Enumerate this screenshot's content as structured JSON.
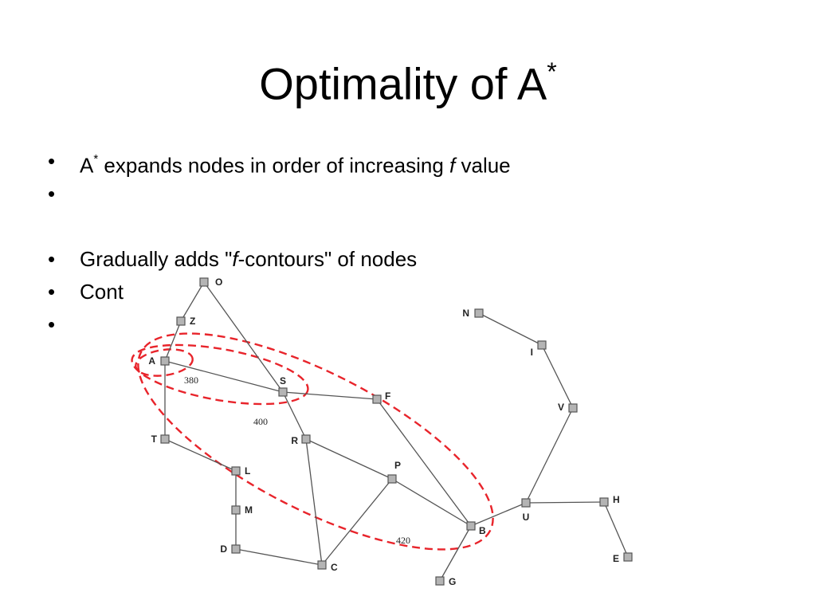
{
  "title": {
    "text": "Optimality of A",
    "sup": "*"
  },
  "bullets": [
    {
      "prefix": "A",
      "sup": "*",
      "text": " expands nodes in order of increasing ",
      "em": "f",
      "suffix": " value"
    },
    {
      "text": ""
    },
    {
      "pre": "Gradually adds \"",
      "em": "f",
      "post": "-contours\" of nodes"
    },
    {
      "text": "Cont"
    },
    {
      "text": ""
    }
  ],
  "bullet_glyph": "•",
  "graph": {
    "nodes": [
      {
        "id": "O",
        "label": "O"
      },
      {
        "id": "Z",
        "label": "Z"
      },
      {
        "id": "A",
        "label": "A"
      },
      {
        "id": "S",
        "label": "S"
      },
      {
        "id": "F",
        "label": "F"
      },
      {
        "id": "T",
        "label": "T"
      },
      {
        "id": "R",
        "label": "R"
      },
      {
        "id": "L",
        "label": "L"
      },
      {
        "id": "P",
        "label": "P"
      },
      {
        "id": "M",
        "label": "M"
      },
      {
        "id": "D",
        "label": "D"
      },
      {
        "id": "C",
        "label": "C"
      },
      {
        "id": "B",
        "label": "B"
      },
      {
        "id": "G",
        "label": "G"
      },
      {
        "id": "U",
        "label": "U"
      },
      {
        "id": "H",
        "label": "H"
      },
      {
        "id": "E",
        "label": "E"
      },
      {
        "id": "V",
        "label": "V"
      },
      {
        "id": "I",
        "label": "I"
      },
      {
        "id": "N",
        "label": "N"
      }
    ],
    "edges": [
      [
        "O",
        "Z"
      ],
      [
        "Z",
        "A"
      ],
      [
        "O",
        "S"
      ],
      [
        "A",
        "S"
      ],
      [
        "A",
        "T"
      ],
      [
        "T",
        "L"
      ],
      [
        "L",
        "M"
      ],
      [
        "M",
        "D"
      ],
      [
        "D",
        "C"
      ],
      [
        "S",
        "F"
      ],
      [
        "S",
        "R"
      ],
      [
        "R",
        "C"
      ],
      [
        "R",
        "P"
      ],
      [
        "P",
        "C"
      ],
      [
        "P",
        "B"
      ],
      [
        "F",
        "B"
      ],
      [
        "B",
        "G"
      ],
      [
        "B",
        "U"
      ],
      [
        "U",
        "H"
      ],
      [
        "H",
        "E"
      ],
      [
        "U",
        "V"
      ],
      [
        "V",
        "I"
      ],
      [
        "I",
        "N"
      ]
    ],
    "contours": [
      {
        "label": "380"
      },
      {
        "label": "400"
      },
      {
        "label": "420"
      }
    ],
    "contour_color": "#e8242b",
    "node_fill": "#b4b4b4",
    "node_stroke": "#555555",
    "edge_color": "#555555"
  }
}
